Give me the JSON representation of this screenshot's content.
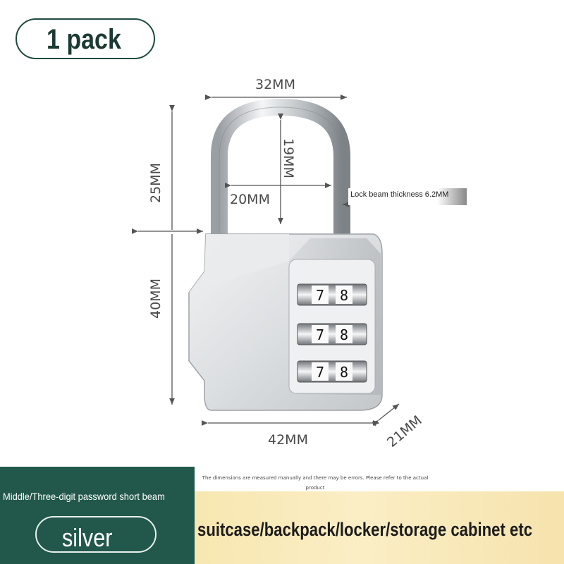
{
  "badge": {
    "label": "1 pack"
  },
  "dimensions": {
    "shackle_width": "32MM",
    "shackle_inner_height": "19MM",
    "shackle_inner_width": "20MM",
    "shackle_height": "25MM",
    "body_height": "40MM",
    "body_width": "42MM",
    "body_depth": "21MM",
    "beam_thickness": "Lock beam thickness 6.2MM"
  },
  "dials": [
    {
      "left": "7",
      "right": "8"
    },
    {
      "left": "7",
      "right": "8"
    },
    {
      "left": "7",
      "right": "8"
    }
  ],
  "disclaimer": "The dimensions are measured manually and there may be errors. Please refer to the actual product",
  "footer": {
    "description": "Middle/Three-digit password short beam",
    "color_label": "silver",
    "usage": "suitcase/backpack/locker/storage cabinet etc"
  },
  "colors": {
    "brand_green": "#21584b",
    "gold": "#f7e7b0"
  }
}
